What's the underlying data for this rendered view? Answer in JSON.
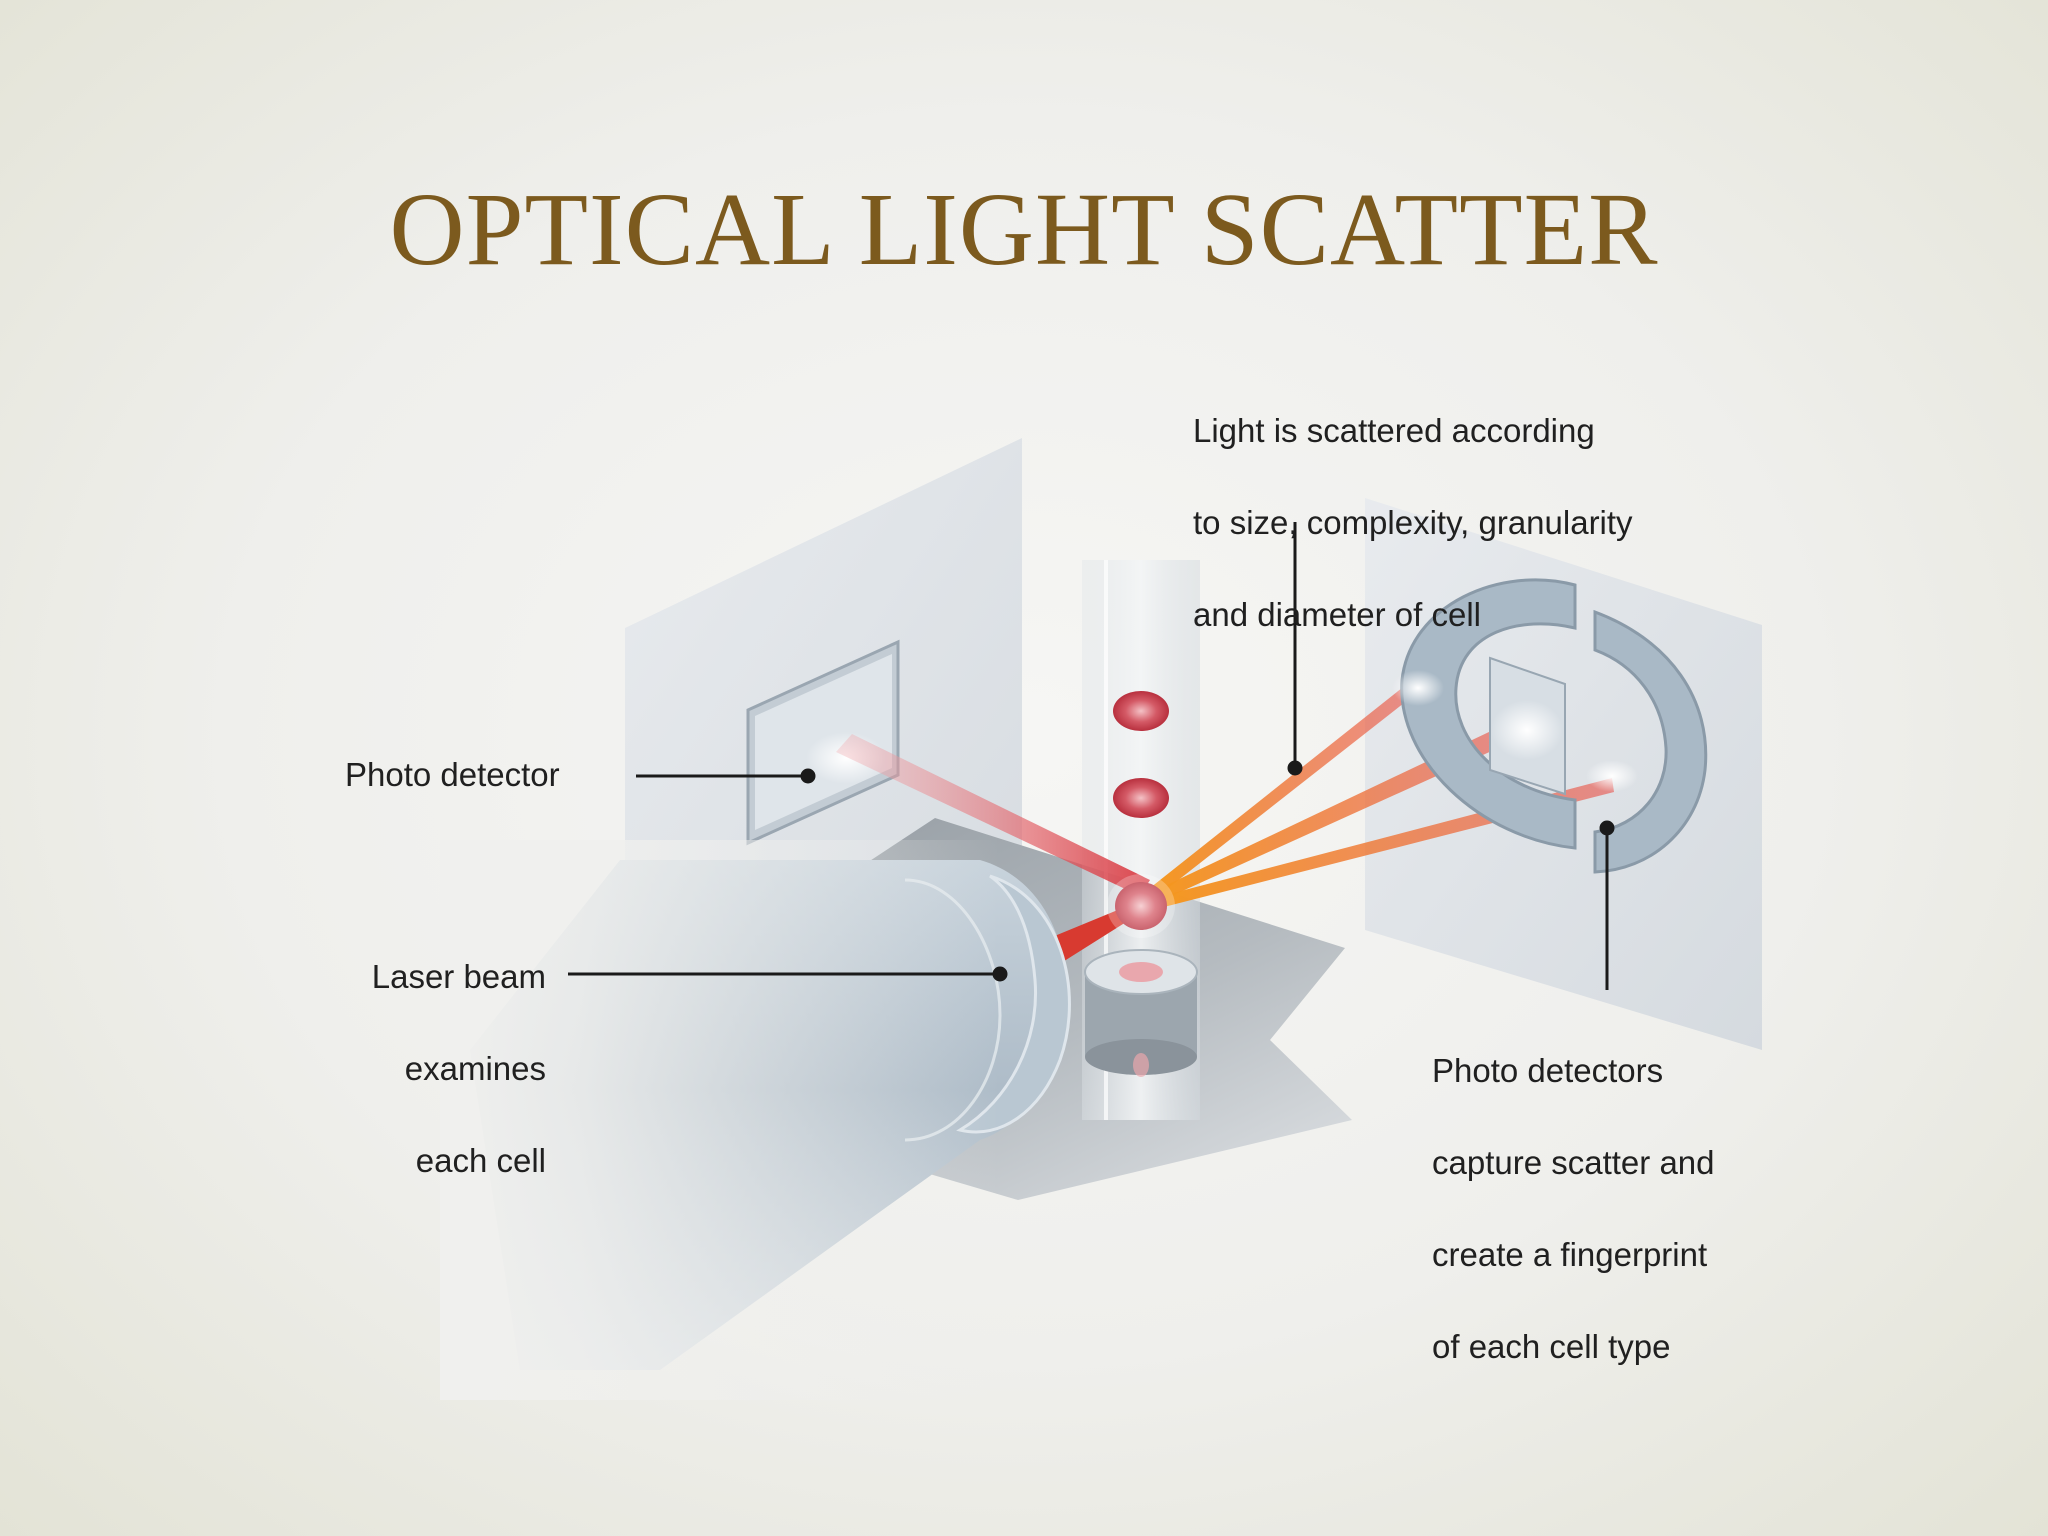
{
  "title": "OPTICAL LIGHT SCATTER",
  "labels": {
    "scattered": [
      "Light is scattered according",
      "to size, complexity, granularity",
      "and diameter of cell"
    ],
    "photo_detector": "Photo detector",
    "laser": [
      "Laser beam",
      "examines",
      "each cell"
    ],
    "capture": [
      "Photo detectors",
      "capture scatter and",
      "create a fingerprint",
      "of  each cell type"
    ]
  },
  "colors": {
    "title": "#7c5a1e",
    "beam_red": "#d8323a",
    "beam_orange": "#f0901c",
    "cell": "#c8404e",
    "panel": "#c9d1d8",
    "lens": "#a9b9c6"
  }
}
